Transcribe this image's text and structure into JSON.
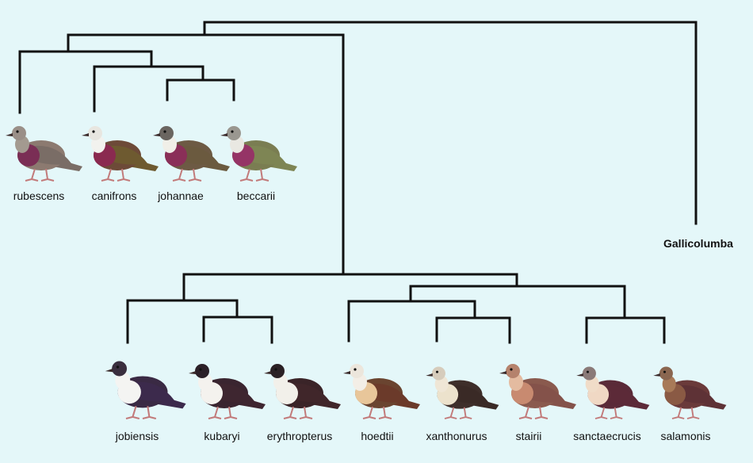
{
  "genus_label": "Gallicolumba",
  "colors": {
    "background": "#e4f7f9",
    "branch": "#111111"
  },
  "taxa": [
    {
      "label": "rubescens",
      "body_color": "#8c7a70",
      "breast_color": "#7a2e55",
      "throat_color": "#a39a90",
      "head_color": "#9a8f88",
      "wing_color": "#7a6d66"
    },
    {
      "label": "canifrons",
      "body_color": "#6d4a38",
      "breast_color": "#8a2a50",
      "throat_color": "#f2f2ee",
      "head_color": "#e8e6e0",
      "wing_color": "#6e5a30"
    },
    {
      "label": "johannae",
      "body_color": "#6d5a44",
      "breast_color": "#8a2f58",
      "throat_color": "#f0efe8",
      "head_color": "#6a6560",
      "wing_color": "#6b5a3f"
    },
    {
      "label": "beccarii",
      "body_color": "#7a7d52",
      "breast_color": "#953466",
      "throat_color": "#e9e8e2",
      "head_color": "#9a9790",
      "wing_color": "#7e8554"
    },
    {
      "label": "jobiensis",
      "body_color": "#3a2a44",
      "breast_color": "#f4f4f2",
      "throat_color": "#f4f4f2",
      "head_color": "#3a2e3e",
      "wing_color": "#3c2a4c"
    },
    {
      "label": "kubaryi",
      "body_color": "#3a2530",
      "breast_color": "#f4f2ee",
      "throat_color": "#f4f2ee",
      "head_color": "#2c2028",
      "wing_color": "#3e2630"
    },
    {
      "label": "erythropterus",
      "body_color": "#3a2428",
      "breast_color": "#f2f0ea",
      "throat_color": "#f2f0ea",
      "head_color": "#2a2024",
      "wing_color": "#40262a"
    },
    {
      "label": "hoedtii",
      "body_color": "#6a4430",
      "breast_color": "#e8c69a",
      "throat_color": "#f3eee6",
      "head_color": "#ece6dc",
      "wing_color": "#6b3a2a"
    },
    {
      "label": "xanthonurus",
      "body_color": "#3e2e2a",
      "breast_color": "#ece2cc",
      "throat_color": "#efe6d6",
      "head_color": "#d6ccbc",
      "wing_color": "#3a2a26"
    },
    {
      "label": "stairii",
      "body_color": "#8a5a4e",
      "breast_color": "#c88a70",
      "throat_color": "#e4bba0",
      "head_color": "#b5826c",
      "wing_color": "#84524a"
    },
    {
      "label": "sanctaecrucis",
      "body_color": "#5a2a38",
      "breast_color": "#f0d8c4",
      "throat_color": "#f0dcc8",
      "head_color": "#8a7a78",
      "wing_color": "#5c2a38"
    },
    {
      "label": "salamonis",
      "body_color": "#6a3a3a",
      "breast_color": "#8a5a44",
      "throat_color": "#a87a58",
      "head_color": "#8a6650",
      "wing_color": "#5e3236"
    }
  ]
}
